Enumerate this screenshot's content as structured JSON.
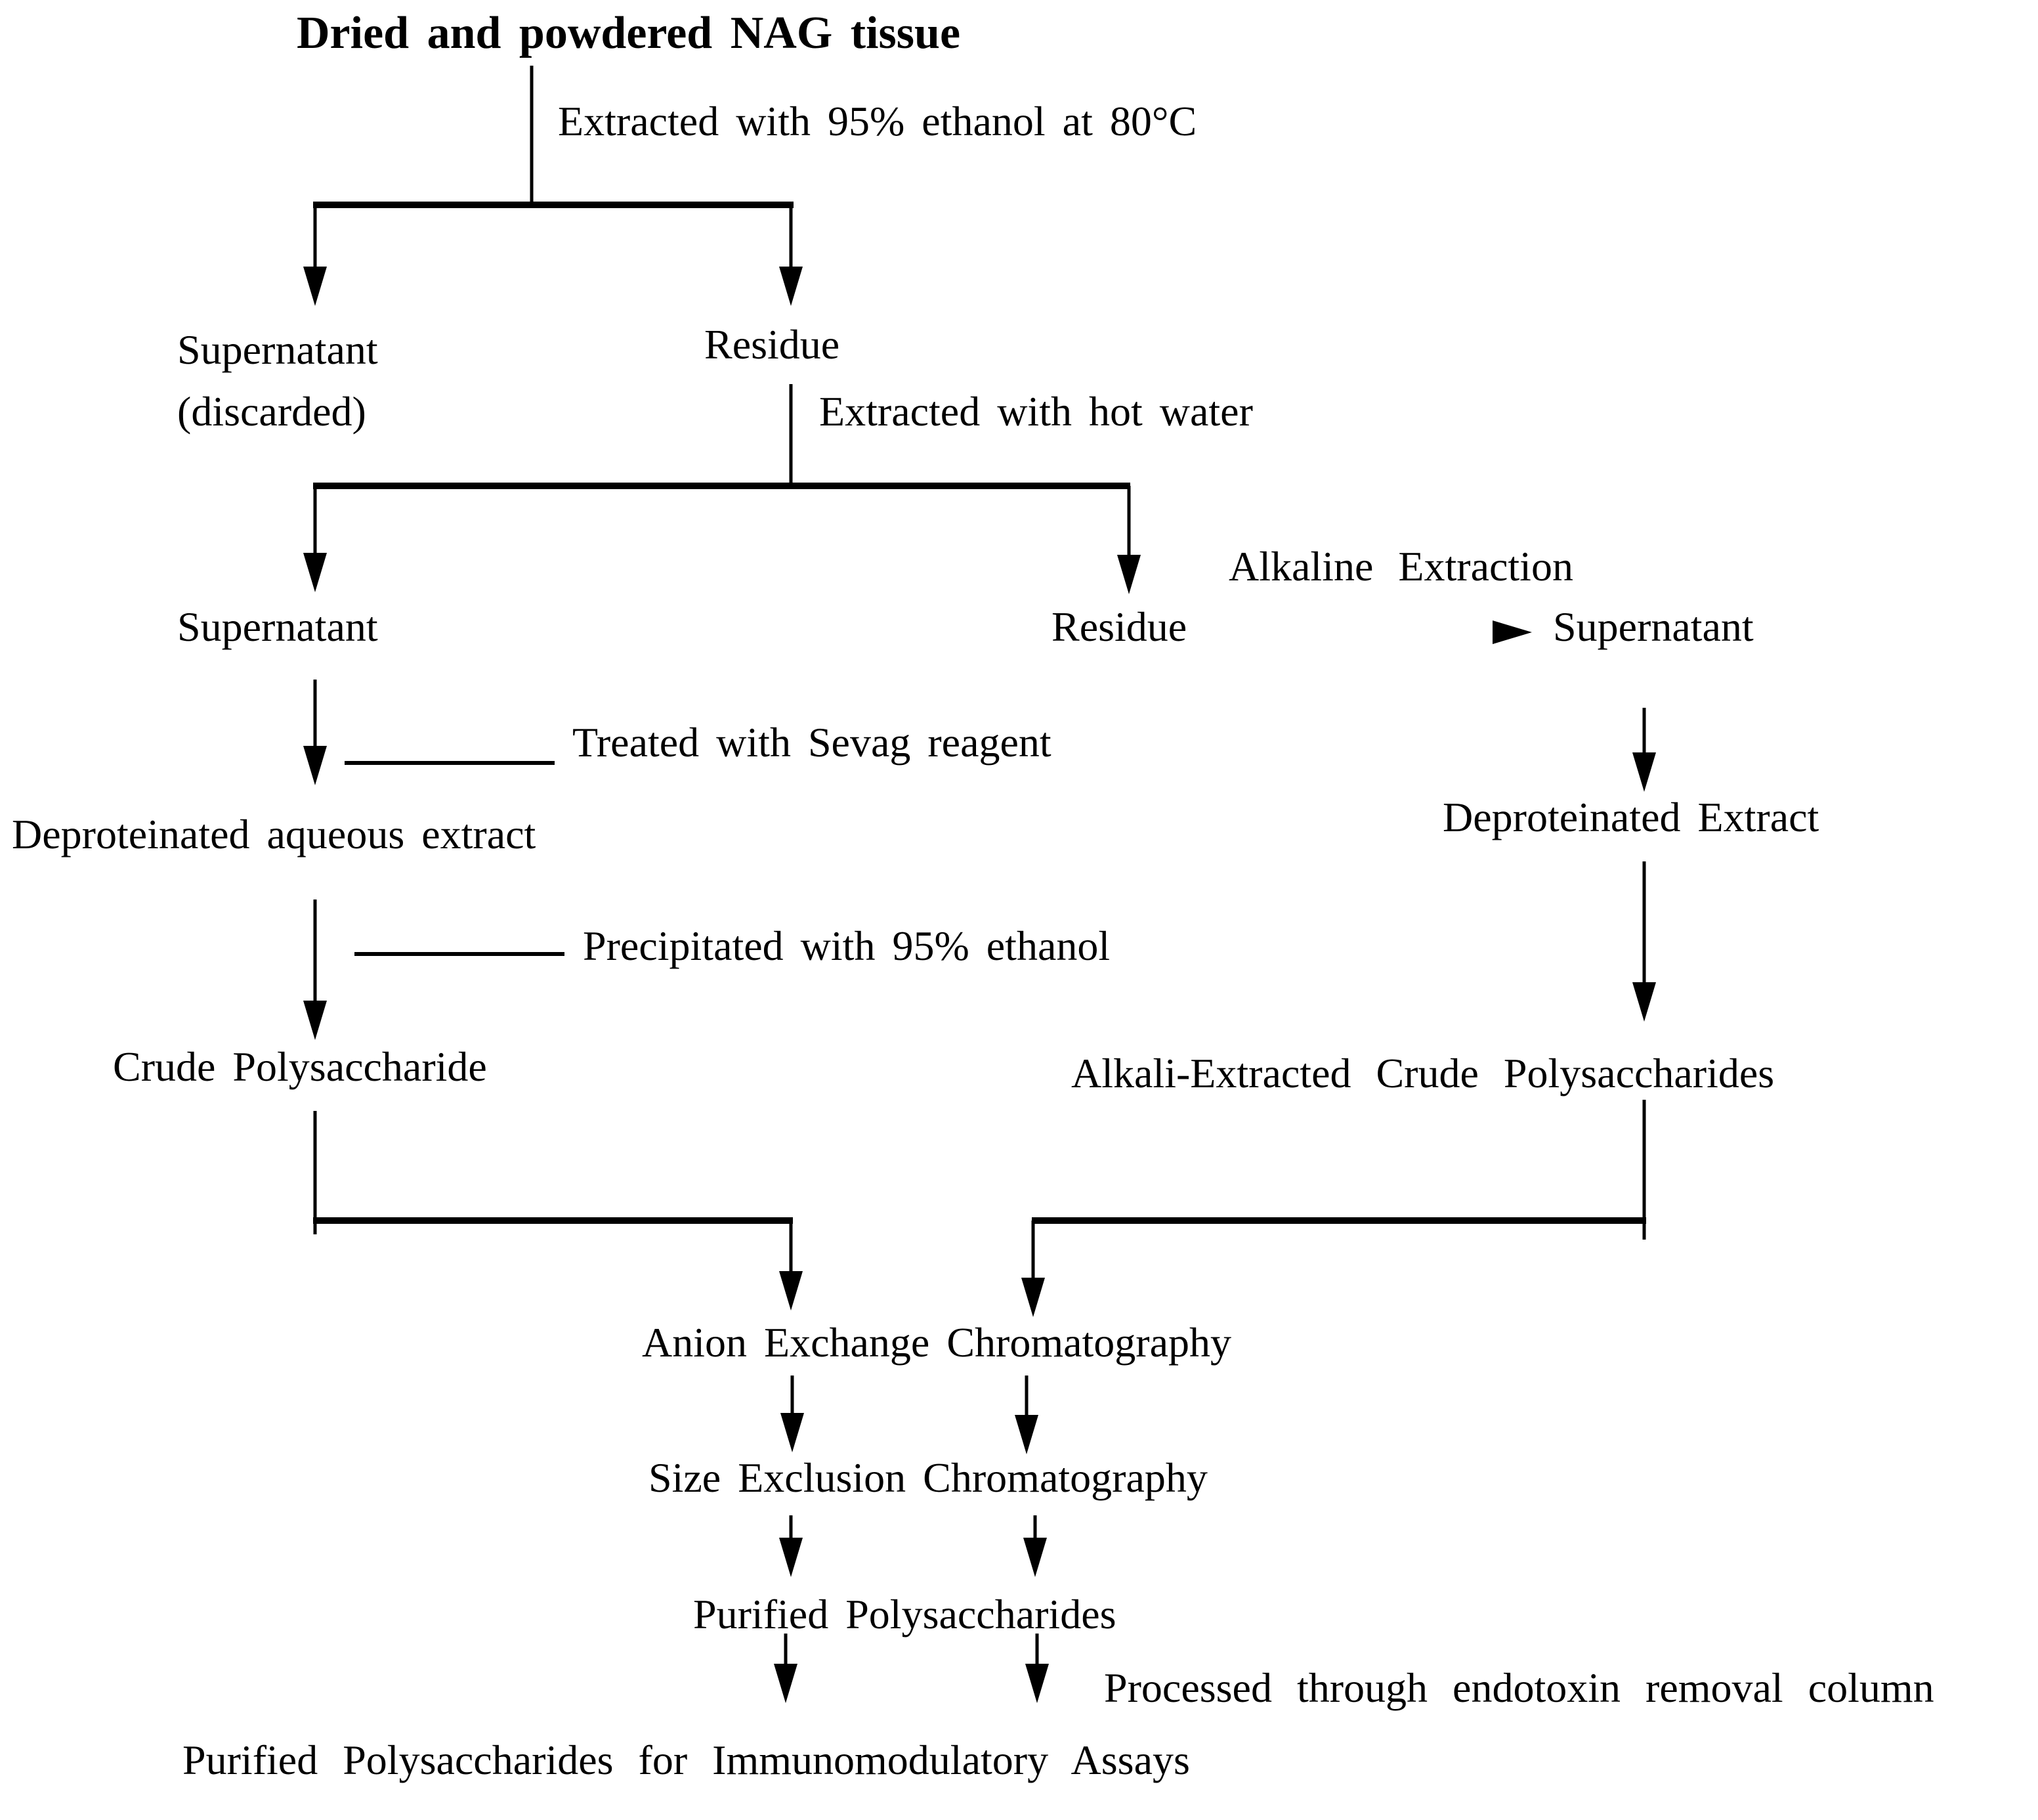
{
  "diagram": {
    "title": "Dried and powdered NAG tissue",
    "nodes": {
      "title": "Dried and powdered NAG tissue",
      "ext_ethanol": "Extracted with 95% ethanol at 80°C",
      "supernatant1_line1": "Supernatant",
      "supernatant1_line2": "(discarded)",
      "residue1": "Residue",
      "ext_hot_water": "Extracted with hot water",
      "supernatant2": "Supernatant",
      "residue2": "Residue",
      "alkaline_extraction": "Alkaline Extraction",
      "supernatant3": "Supernatant",
      "sevag": "Treated with Sevag reagent",
      "deprot_aqueous": "Deproteinated aqueous extract",
      "deprot_extract": "Deproteinated Extract",
      "precip_ethanol": "Precipitated with 95% ethanol",
      "crude_poly": "Crude Polysaccharide",
      "alkali_crude": "Alkali-Extracted Crude Polysaccharides",
      "anion_exchange": "Anion Exchange Chromatography",
      "size_exclusion": "Size Exclusion Chromatography",
      "purified_poly": "Purified Polysaccharides",
      "endotoxin": "Processed through endotoxin removal column",
      "final": "Purified Polysaccharides for Immunomodulatory Assays"
    },
    "colors": {
      "background": "#ffffff",
      "text": "#000000",
      "line": "#000000",
      "gray_line": "#8a8a8a"
    }
  }
}
